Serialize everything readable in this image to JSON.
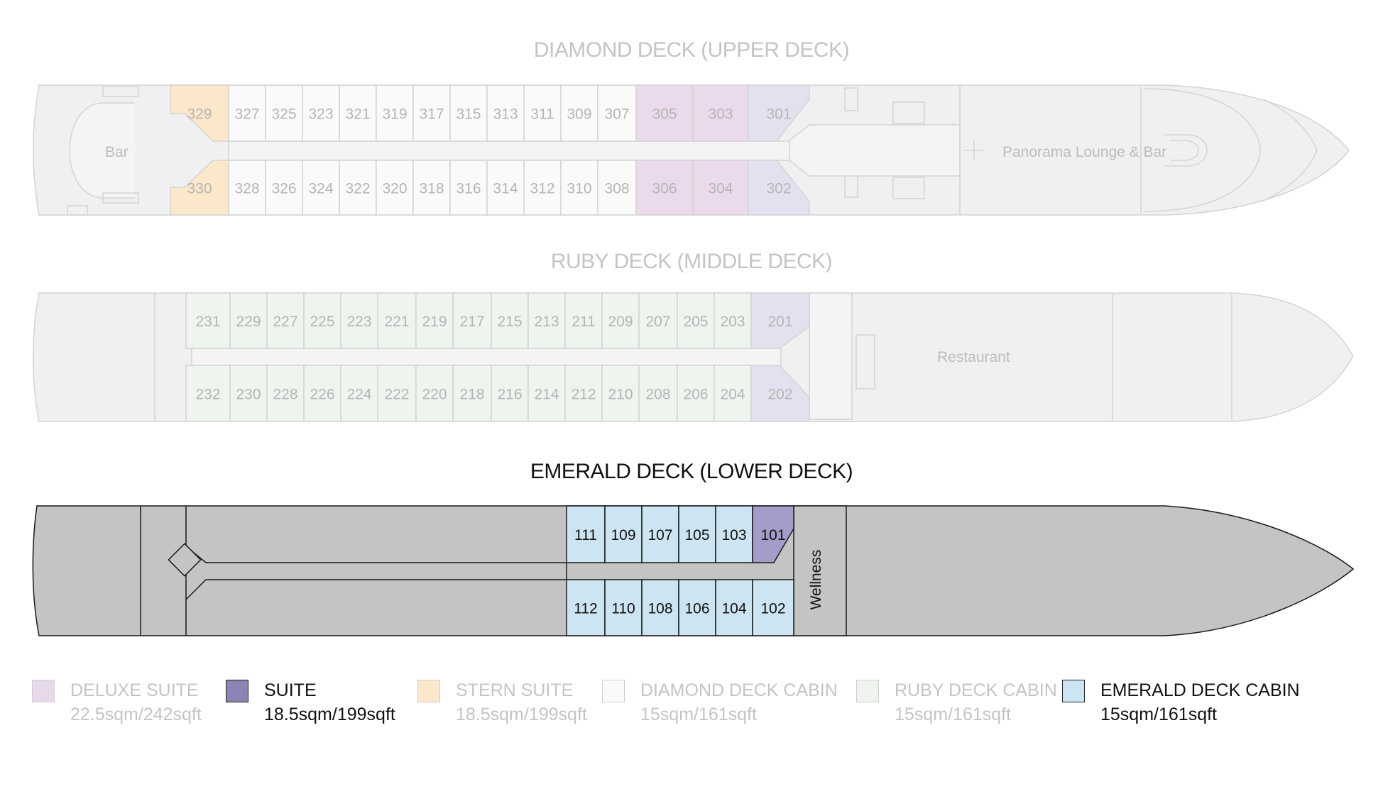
{
  "decks": {
    "diamond": {
      "title": "DIAMOND DECK (UPPER DECK)",
      "cabins_top": [
        "329",
        "327",
        "325",
        "323",
        "321",
        "319",
        "317",
        "315",
        "313",
        "311",
        "309",
        "307",
        "305",
        "303",
        "301"
      ],
      "cabins_bottom": [
        "330",
        "328",
        "326",
        "324",
        "322",
        "320",
        "318",
        "316",
        "314",
        "312",
        "310",
        "308",
        "306",
        "304",
        "302"
      ],
      "labels": {
        "bar": "Bar",
        "lounge": "Panorama Lounge & Bar"
      }
    },
    "ruby": {
      "title": "RUBY DECK (MIDDLE DECK)",
      "cabins_top": [
        "231",
        "229",
        "227",
        "225",
        "223",
        "221",
        "219",
        "217",
        "215",
        "213",
        "211",
        "209",
        "207",
        "205",
        "203",
        "201"
      ],
      "cabins_bottom": [
        "232",
        "230",
        "228",
        "226",
        "224",
        "222",
        "220",
        "218",
        "216",
        "214",
        "212",
        "210",
        "208",
        "206",
        "204",
        "202"
      ],
      "labels": {
        "restaurant": "Restaurant"
      }
    },
    "emerald": {
      "title": "EMERALD DECK (LOWER DECK)",
      "cabins_top": [
        "111",
        "109",
        "107",
        "105",
        "103",
        "101"
      ],
      "cabins_bottom": [
        "112",
        "110",
        "108",
        "106",
        "104",
        "102"
      ],
      "labels": {
        "wellness": "Wellness"
      }
    }
  },
  "legend": [
    {
      "label": "DELUXE SUITE",
      "size": "22.5sqm/242sqft",
      "color": "#e8d8eb",
      "faded": true
    },
    {
      "label": "SUITE",
      "size": "18.5sqm/199sqft",
      "color": "#8a85b5",
      "faded": false
    },
    {
      "label": "STERN SUITE",
      "size": "18.5sqm/199sqft",
      "color": "#fbe7c9",
      "faded": true
    },
    {
      "label": "DIAMOND DECK CABIN",
      "size": "15sqm/161sqft",
      "color": "#fafafa",
      "faded": true
    },
    {
      "label": "RUBY DECK CABIN",
      "size": "15sqm/161sqft",
      "color": "#eef3ee",
      "faded": true
    },
    {
      "label": "EMERALD DECK CABIN",
      "size": "15sqm/161sqft",
      "color": "#cde4f2",
      "faded": false
    }
  ],
  "colors": {
    "faded_hull": "#f0f0f0",
    "faded_line": "#d4d4d4",
    "faded_text": "#bdbdbd",
    "emerald_hull": "#c4c4c4",
    "emerald_cabin": "#cde4f2",
    "suite": "#a59cc9",
    "deluxe_suite": "#ebd9ec",
    "stern_suite": "#fbe7c9",
    "ruby_cabin": "#eef4ee",
    "diamond_cabin": "#fafafa",
    "diamond_suite_fwd": "#e3e1f0"
  }
}
